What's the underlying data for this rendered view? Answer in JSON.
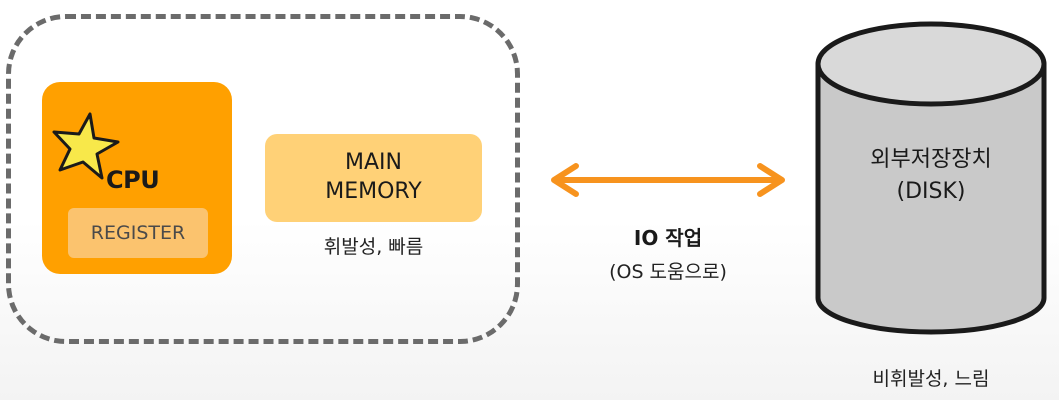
{
  "cpu": {
    "label": "CPU",
    "register_label": "REGISTER"
  },
  "memory": {
    "line1": "MAIN",
    "line2": "MEMORY",
    "caption": "휘발성, 빠름"
  },
  "io": {
    "title": "IO 작업",
    "subtitle": "(OS 도움으로)"
  },
  "disk": {
    "line1": "외부저장장치",
    "line2": "(DISK)",
    "caption": "비휘발성, 느림"
  },
  "colors": {
    "cpu_orange": "#ffa000",
    "register_fill": "#fbc36e",
    "memory_fill": "#ffd177",
    "arrow_orange": "#f7931e",
    "star_yellow": "#f8e84a",
    "dashed_border": "#6b6b6b",
    "disk_fill": "#c9c9c9"
  },
  "icons": {
    "cpu_star": "star-icon",
    "disk": "cylinder-icon",
    "io_arrow": "double-arrow-icon"
  }
}
